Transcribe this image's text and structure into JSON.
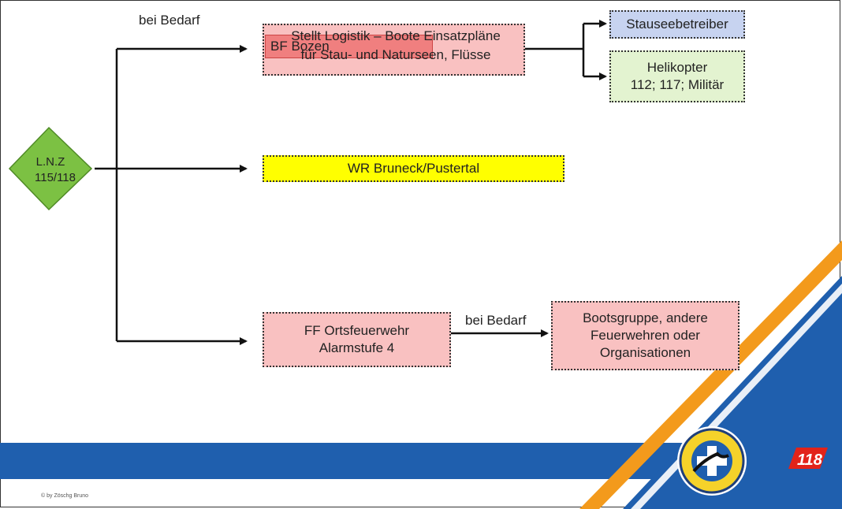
{
  "start_node": {
    "line1": "L.N.Z",
    "line2": "115/118",
    "color": "#7cc143"
  },
  "edge_labels": {
    "top": "bei Bedarf",
    "bottom": "bei Bedarf"
  },
  "nodes": {
    "bf_bozen": {
      "title": "BF Bozen",
      "line1": "Stellt Logistik – Boote Einsatzpläne",
      "line2": "für Stau- und Naturseen, Flüsse"
    },
    "stausee": {
      "label": "Stauseebetreiber"
    },
    "helikopter": {
      "line1": "Helikopter",
      "line2": "112; 117; Militär"
    },
    "wr": {
      "label": "WR Bruneck/Pustertal"
    },
    "ff": {
      "line1": "FF Ortsfeuerwehr",
      "line2": "Alarmstufe 4"
    },
    "boots": {
      "line1": "Bootsgruppe, andere",
      "line2": "Feuerwehren oder",
      "line3": "Organisationen"
    }
  },
  "footer": {
    "copyright": "© by Zöschg Bruno",
    "logo_badge": "118"
  },
  "colors": {
    "pink": "#f9c1c1",
    "blue_band": "#1f5fae",
    "orange": "#f39a1c",
    "green_box": "#e3f3d0",
    "blue_box": "#c7d3f0",
    "yellow": "#ffff00"
  }
}
